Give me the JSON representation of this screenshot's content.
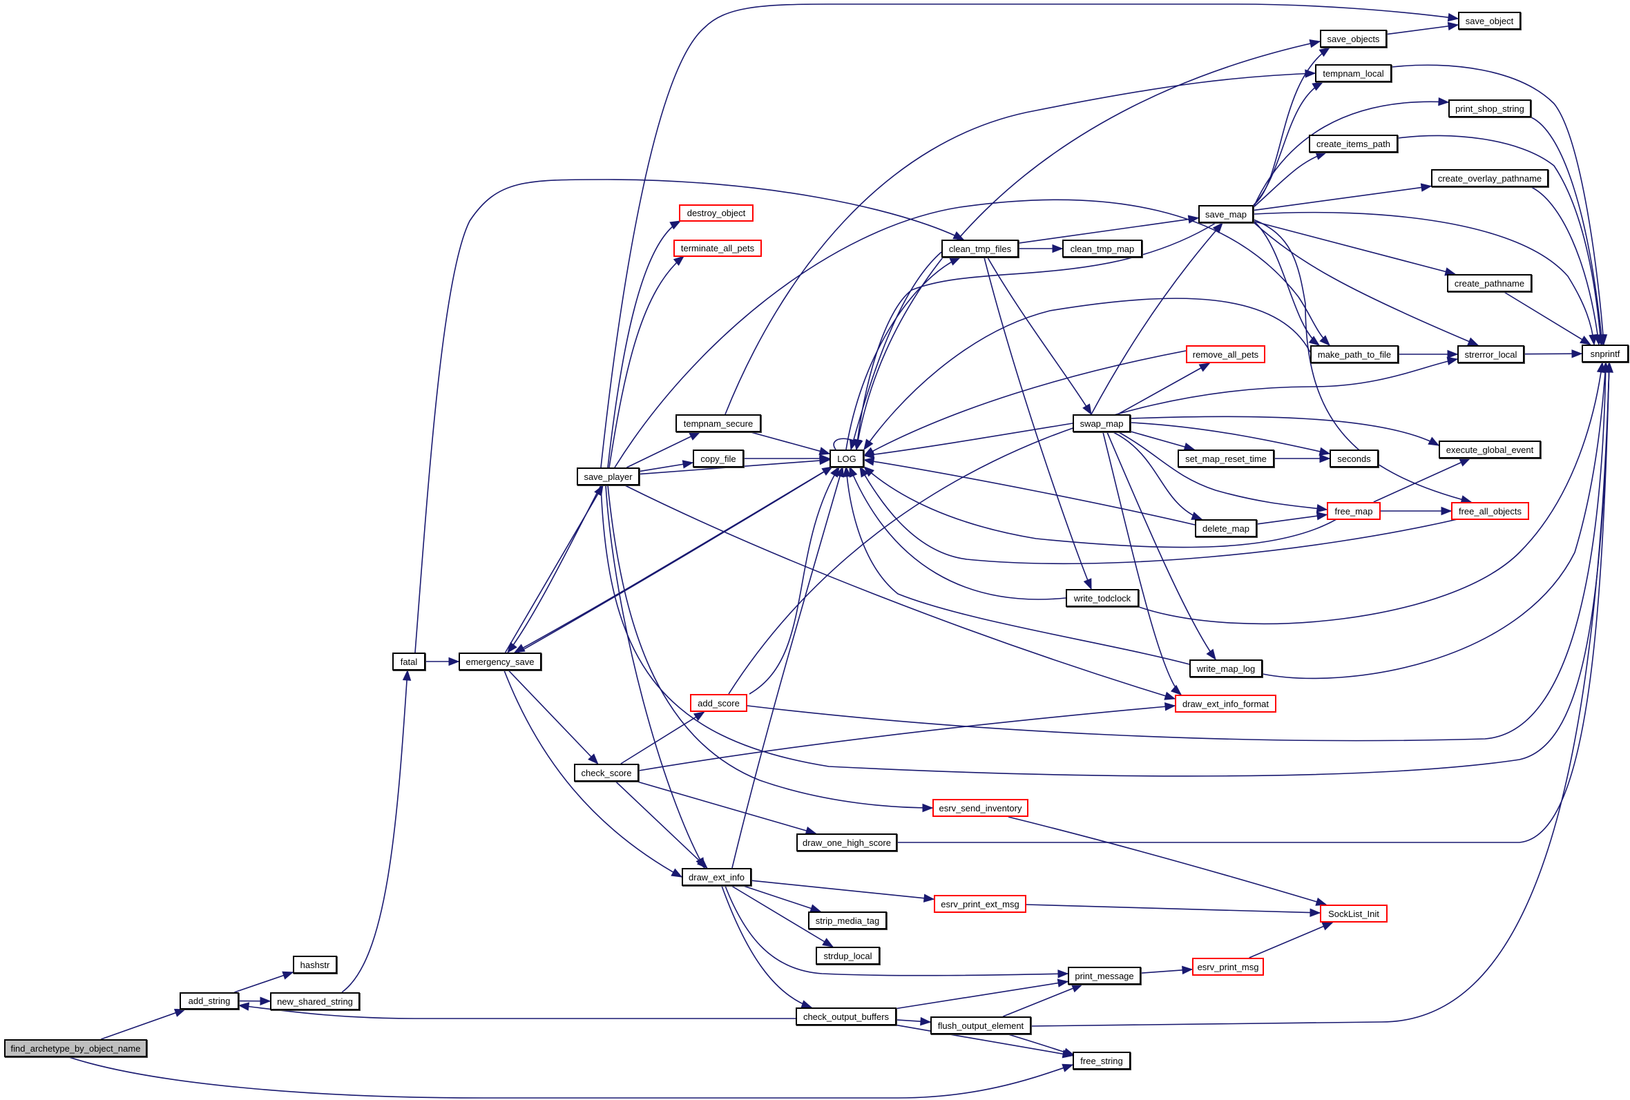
{
  "diagram": {
    "type": "call-graph",
    "colors": {
      "edge": "#191970",
      "node_border": "#000000",
      "truncated_node_border": "#ff0000",
      "root_node_fill": "#bfbfbf",
      "node_fill": "#ffffff"
    },
    "nodes": {
      "find_archetype_by_object_name": {
        "label": "find_archetype_by_object_name",
        "kind": "root"
      },
      "add_string": {
        "label": "add_string",
        "kind": "normal"
      },
      "hashstr": {
        "label": "hashstr",
        "kind": "normal"
      },
      "new_shared_string": {
        "label": "new_shared_string",
        "kind": "normal"
      },
      "fatal": {
        "label": "fatal",
        "kind": "normal"
      },
      "emergency_save": {
        "label": "emergency_save",
        "kind": "normal"
      },
      "save_player": {
        "label": "save_player",
        "kind": "normal"
      },
      "check_score": {
        "label": "check_score",
        "kind": "normal"
      },
      "draw_ext_info": {
        "label": "draw_ext_info",
        "kind": "normal"
      },
      "destroy_object": {
        "label": "destroy_object",
        "kind": "truncated"
      },
      "terminate_all_pets": {
        "label": "terminate_all_pets",
        "kind": "truncated"
      },
      "tempnam_secure": {
        "label": "tempnam_secure",
        "kind": "normal"
      },
      "copy_file": {
        "label": "copy_file",
        "kind": "normal"
      },
      "LOG": {
        "label": "LOG",
        "kind": "normal"
      },
      "add_score": {
        "label": "add_score",
        "kind": "truncated"
      },
      "clean_tmp_files": {
        "label": "clean_tmp_files",
        "kind": "normal"
      },
      "clean_tmp_map": {
        "label": "clean_tmp_map",
        "kind": "normal"
      },
      "save_map": {
        "label": "save_map",
        "kind": "normal"
      },
      "save_objects": {
        "label": "save_objects",
        "kind": "normal"
      },
      "save_object": {
        "label": "save_object",
        "kind": "normal"
      },
      "tempnam_local": {
        "label": "tempnam_local",
        "kind": "normal"
      },
      "print_shop_string": {
        "label": "print_shop_string",
        "kind": "normal"
      },
      "create_items_path": {
        "label": "create_items_path",
        "kind": "normal"
      },
      "create_overlay_pathname": {
        "label": "create_overlay_pathname",
        "kind": "normal"
      },
      "create_pathname": {
        "label": "create_pathname",
        "kind": "normal"
      },
      "remove_all_pets": {
        "label": "remove_all_pets",
        "kind": "truncated"
      },
      "make_path_to_file": {
        "label": "make_path_to_file",
        "kind": "normal"
      },
      "strerror_local": {
        "label": "strerror_local",
        "kind": "normal"
      },
      "snprintf": {
        "label": "snprintf",
        "kind": "normal"
      },
      "swap_map": {
        "label": "swap_map",
        "kind": "normal"
      },
      "set_map_reset_time": {
        "label": "set_map_reset_time",
        "kind": "normal"
      },
      "seconds": {
        "label": "seconds",
        "kind": "normal"
      },
      "execute_global_event": {
        "label": "execute_global_event",
        "kind": "normal"
      },
      "delete_map": {
        "label": "delete_map",
        "kind": "normal"
      },
      "free_map": {
        "label": "free_map",
        "kind": "truncated"
      },
      "free_all_objects": {
        "label": "free_all_objects",
        "kind": "truncated"
      },
      "write_todclock": {
        "label": "write_todclock",
        "kind": "normal"
      },
      "write_map_log": {
        "label": "write_map_log",
        "kind": "normal"
      },
      "draw_ext_info_format": {
        "label": "draw_ext_info_format",
        "kind": "truncated"
      },
      "esrv_send_inventory": {
        "label": "esrv_send_inventory",
        "kind": "truncated"
      },
      "draw_one_high_score": {
        "label": "draw_one_high_score",
        "kind": "normal"
      },
      "esrv_print_ext_msg": {
        "label": "esrv_print_ext_msg",
        "kind": "truncated"
      },
      "strip_media_tag": {
        "label": "strip_media_tag",
        "kind": "normal"
      },
      "strdup_local": {
        "label": "strdup_local",
        "kind": "normal"
      },
      "SockList_Init": {
        "label": "SockList_Init",
        "kind": "truncated"
      },
      "print_message": {
        "label": "print_message",
        "kind": "normal"
      },
      "esrv_print_msg": {
        "label": "esrv_print_msg",
        "kind": "truncated"
      },
      "check_output_buffers": {
        "label": "check_output_buffers",
        "kind": "normal"
      },
      "flush_output_element": {
        "label": "flush_output_element",
        "kind": "normal"
      },
      "free_string": {
        "label": "free_string",
        "kind": "normal"
      }
    },
    "edges": [
      [
        "find_archetype_by_object_name",
        "add_string"
      ],
      [
        "find_archetype_by_object_name",
        "free_string"
      ],
      [
        "add_string",
        "hashstr"
      ],
      [
        "add_string",
        "new_shared_string"
      ],
      [
        "new_shared_string",
        "fatal"
      ],
      [
        "fatal",
        "emergency_save"
      ],
      [
        "fatal",
        "clean_tmp_files"
      ],
      [
        "emergency_save",
        "save_player"
      ],
      [
        "emergency_save",
        "LOG"
      ],
      [
        "emergency_save",
        "check_score"
      ],
      [
        "emergency_save",
        "draw_ext_info"
      ],
      [
        "save_player",
        "save_object"
      ],
      [
        "save_player",
        "destroy_object"
      ],
      [
        "save_player",
        "terminate_all_pets"
      ],
      [
        "save_player",
        "tempnam_secure"
      ],
      [
        "save_player",
        "copy_file"
      ],
      [
        "save_player",
        "LOG"
      ],
      [
        "save_player",
        "emergency_save"
      ],
      [
        "save_player",
        "make_path_to_file"
      ],
      [
        "save_player",
        "draw_ext_info_format"
      ],
      [
        "save_player",
        "esrv_send_inventory"
      ],
      [
        "save_player",
        "draw_ext_info"
      ],
      [
        "save_player",
        "snprintf"
      ],
      [
        "tempnam_secure",
        "tempnam_local"
      ],
      [
        "tempnam_secure",
        "LOG"
      ],
      [
        "copy_file",
        "LOG"
      ],
      [
        "LOG",
        "LOG"
      ],
      [
        "LOG",
        "emergency_save"
      ],
      [
        "LOG",
        "clean_tmp_files"
      ],
      [
        "check_score",
        "add_score"
      ],
      [
        "check_score",
        "draw_ext_info_format"
      ],
      [
        "check_score",
        "draw_one_high_score"
      ],
      [
        "check_score",
        "draw_ext_info"
      ],
      [
        "add_score",
        "LOG"
      ],
      [
        "add_score",
        "strerror_local"
      ],
      [
        "add_score",
        "snprintf"
      ],
      [
        "draw_ext_info",
        "LOG"
      ],
      [
        "draw_ext_info",
        "esrv_print_ext_msg"
      ],
      [
        "draw_ext_info",
        "strip_media_tag"
      ],
      [
        "draw_ext_info",
        "strdup_local"
      ],
      [
        "draw_ext_info",
        "print_message"
      ],
      [
        "draw_ext_info",
        "check_output_buffers"
      ],
      [
        "clean_tmp_files",
        "save_objects"
      ],
      [
        "clean_tmp_files",
        "save_map"
      ],
      [
        "clean_tmp_files",
        "clean_tmp_map"
      ],
      [
        "clean_tmp_files",
        "swap_map"
      ],
      [
        "clean_tmp_files",
        "write_todclock"
      ],
      [
        "clean_tmp_files",
        "LOG"
      ],
      [
        "save_objects",
        "save_object"
      ],
      [
        "save_map",
        "save_objects"
      ],
      [
        "save_map",
        "tempnam_local"
      ],
      [
        "save_map",
        "print_shop_string"
      ],
      [
        "save_map",
        "create_items_path"
      ],
      [
        "save_map",
        "create_overlay_pathname"
      ],
      [
        "save_map",
        "snprintf"
      ],
      [
        "save_map",
        "create_pathname"
      ],
      [
        "save_map",
        "make_path_to_file"
      ],
      [
        "save_map",
        "strerror_local"
      ],
      [
        "save_map",
        "free_all_objects"
      ],
      [
        "save_map",
        "LOG"
      ],
      [
        "tempnam_local",
        "snprintf"
      ],
      [
        "print_shop_string",
        "snprintf"
      ],
      [
        "create_items_path",
        "snprintf"
      ],
      [
        "create_overlay_pathname",
        "snprintf"
      ],
      [
        "create_pathname",
        "snprintf"
      ],
      [
        "make_path_to_file",
        "strerror_local"
      ],
      [
        "make_path_to_file",
        "LOG"
      ],
      [
        "strerror_local",
        "snprintf"
      ],
      [
        "remove_all_pets",
        "LOG"
      ],
      [
        "swap_map",
        "save_map"
      ],
      [
        "swap_map",
        "remove_all_pets"
      ],
      [
        "swap_map",
        "LOG"
      ],
      [
        "swap_map",
        "execute_global_event"
      ],
      [
        "swap_map",
        "set_map_reset_time"
      ],
      [
        "swap_map",
        "seconds"
      ],
      [
        "swap_map",
        "free_map"
      ],
      [
        "swap_map",
        "delete_map"
      ],
      [
        "swap_map",
        "write_map_log"
      ],
      [
        "swap_map",
        "draw_ext_info_format"
      ],
      [
        "set_map_reset_time",
        "seconds"
      ],
      [
        "delete_map",
        "free_map"
      ],
      [
        "delete_map",
        "LOG"
      ],
      [
        "free_map",
        "execute_global_event"
      ],
      [
        "free_map",
        "free_all_objects"
      ],
      [
        "free_map",
        "LOG"
      ],
      [
        "free_all_objects",
        "LOG"
      ],
      [
        "write_todclock",
        "LOG"
      ],
      [
        "write_todclock",
        "snprintf"
      ],
      [
        "write_map_log",
        "LOG"
      ],
      [
        "write_map_log",
        "snprintf"
      ],
      [
        "esrv_send_inventory",
        "SockList_Init"
      ],
      [
        "draw_one_high_score",
        "snprintf"
      ],
      [
        "esrv_print_ext_msg",
        "SockList_Init"
      ],
      [
        "print_message",
        "esrv_print_msg"
      ],
      [
        "esrv_print_msg",
        "SockList_Init"
      ],
      [
        "check_output_buffers",
        "add_string"
      ],
      [
        "check_output_buffers",
        "print_message"
      ],
      [
        "check_output_buffers",
        "flush_output_element"
      ],
      [
        "check_output_buffers",
        "free_string"
      ],
      [
        "flush_output_element",
        "print_message"
      ],
      [
        "flush_output_element",
        "free_string"
      ],
      [
        "flush_output_element",
        "snprintf"
      ]
    ]
  }
}
